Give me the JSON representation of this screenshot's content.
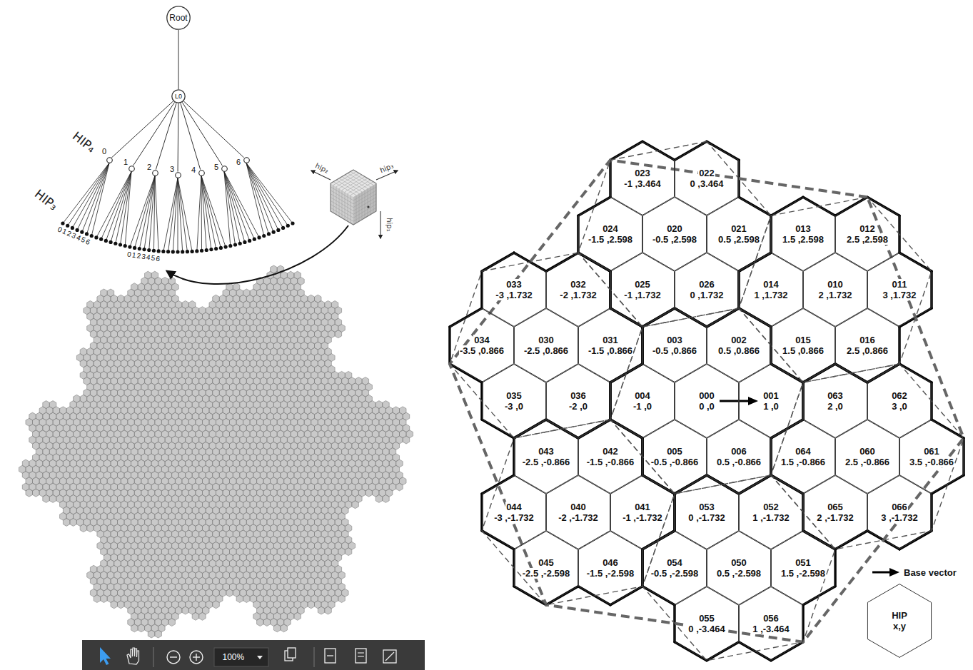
{
  "diagram": {
    "nodes": [
      {
        "text": [
          "Root"
        ]
      },
      {
        "text": [
          "L0"
        ]
      },
      {
        "text": [
          "0"
        ]
      },
      {
        "text": [
          "1"
        ]
      },
      {
        "text": [
          "2"
        ]
      },
      {
        "text": [
          "3"
        ]
      },
      {
        "text": [
          "4"
        ]
      },
      {
        "text": [
          "5"
        ]
      },
      {
        "text": [
          "6"
        ]
      },
      {
        "text": [
          "023",
          "-1 ,3.464"
        ]
      },
      {
        "text": [
          "022",
          "0 ,3.464"
        ]
      },
      {
        "text": [
          "024",
          "-1.5 ,2.598"
        ]
      },
      {
        "text": [
          "020",
          "-0.5 ,2.598"
        ]
      },
      {
        "text": [
          "021",
          "0.5 ,2.598"
        ]
      },
      {
        "text": [
          "013",
          "1.5 ,2.598"
        ]
      },
      {
        "text": [
          "012",
          "2.5 ,2.598"
        ]
      },
      {
        "text": [
          "033",
          "-3 ,1.732"
        ]
      },
      {
        "text": [
          "032",
          "-2 ,1.732"
        ]
      },
      {
        "text": [
          "025",
          "-1 ,1.732"
        ]
      },
      {
        "text": [
          "026",
          "0 ,1.732"
        ]
      },
      {
        "text": [
          "014",
          "1 ,1.732"
        ]
      },
      {
        "text": [
          "010",
          "2 ,1.732"
        ]
      },
      {
        "text": [
          "011",
          "3 ,1.732"
        ]
      },
      {
        "text": [
          "034",
          "-3.5 ,0.866"
        ]
      },
      {
        "text": [
          "030",
          "-2.5 ,0.866"
        ]
      },
      {
        "text": [
          "031",
          "-1.5 ,0.866"
        ]
      },
      {
        "text": [
          "003",
          "-0.5 ,0.866"
        ]
      },
      {
        "text": [
          "002",
          "0.5 ,0.866"
        ]
      },
      {
        "text": [
          "015",
          "1.5 ,0.866"
        ]
      },
      {
        "text": [
          "016",
          "2.5 ,0.866"
        ]
      },
      {
        "text": [
          "035",
          "-3 ,0"
        ]
      },
      {
        "text": [
          "036",
          "-2 ,0"
        ]
      },
      {
        "text": [
          "004",
          "-1 ,0"
        ]
      },
      {
        "text": [
          "000",
          "0 ,0"
        ]
      },
      {
        "text": [
          "001",
          "1 ,0"
        ]
      },
      {
        "text": [
          "063",
          "2 ,0"
        ]
      },
      {
        "text": [
          "062",
          "3 ,0"
        ]
      },
      {
        "text": [
          "043",
          "-2.5 ,-0.866"
        ]
      },
      {
        "text": [
          "042",
          "-1.5 ,-0.866"
        ]
      },
      {
        "text": [
          "005",
          "-0.5 ,-0.866"
        ]
      },
      {
        "text": [
          "006",
          "0.5 ,-0.866"
        ]
      },
      {
        "text": [
          "064",
          "1.5 ,-0.866"
        ]
      },
      {
        "text": [
          "060",
          "2.5 ,-0.866"
        ]
      },
      {
        "text": [
          "061",
          "3.5 ,-0.866"
        ]
      },
      {
        "text": [
          "044",
          "-3 ,-1.732"
        ]
      },
      {
        "text": [
          "040",
          "-2 ,-1.732"
        ]
      },
      {
        "text": [
          "041",
          "-1 ,-1.732"
        ]
      },
      {
        "text": [
          "053",
          "0 ,-1.732"
        ]
      },
      {
        "text": [
          "052",
          "1 ,-1.732"
        ]
      },
      {
        "text": [
          "065",
          "2 ,-1.732"
        ]
      },
      {
        "text": [
          "066",
          "3 ,-1.732"
        ]
      },
      {
        "text": [
          "045",
          "-2.5 ,-2.598"
        ]
      },
      {
        "text": [
          "046",
          "-1.5 ,-2.598"
        ]
      },
      {
        "text": [
          "054",
          "-0.5 ,-2.598"
        ]
      },
      {
        "text": [
          "050",
          "0.5 ,-2.598"
        ]
      },
      {
        "text": [
          "051",
          "1.5 ,-2.598"
        ]
      },
      {
        "text": [
          "055",
          "0 ,-3.464"
        ]
      },
      {
        "text": [
          "056",
          "1 ,-3.464"
        ]
      },
      {
        "text": [
          "HIP",
          "x,y"
        ]
      }
    ],
    "edges": [
      {
        "from": 0,
        "to": 1,
        "arrow": "none"
      },
      {
        "from": 1,
        "to": 2,
        "arrow": "none"
      },
      {
        "from": 1,
        "to": 3,
        "arrow": "none"
      },
      {
        "from": 1,
        "to": 4,
        "arrow": "none"
      },
      {
        "from": 1,
        "to": 5,
        "arrow": "none"
      },
      {
        "from": 1,
        "to": 6,
        "arrow": "none"
      },
      {
        "from": 1,
        "to": 7,
        "arrow": "none"
      },
      {
        "from": 1,
        "to": 8,
        "arrow": "none"
      }
    ],
    "labels": [
      "HIP₄",
      "HIP₃",
      "0123456",
      "0123456",
      "hip₂",
      "hip₃",
      "hip₁",
      "100%"
    ],
    "legend": [
      {
        "text": "Base vector"
      }
    ]
  }
}
